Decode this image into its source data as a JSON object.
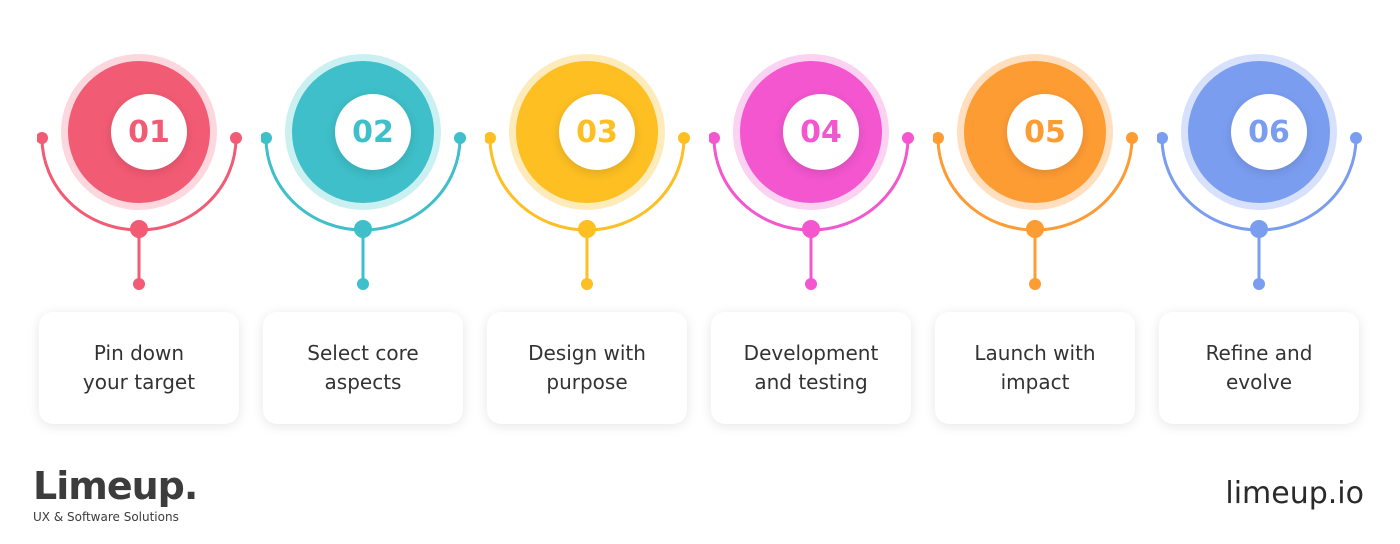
{
  "steps": [
    {
      "number": "01",
      "label": "Pin down\nyour target",
      "color": "#f25b74",
      "glow": "#fdd3da"
    },
    {
      "number": "02",
      "label": "Select core\naspects",
      "color": "#3ebfc9",
      "glow": "#c5eef1"
    },
    {
      "number": "03",
      "label": "Design with\npurpose",
      "color": "#fdbf22",
      "glow": "#fde9b5"
    },
    {
      "number": "04",
      "label": "Development\nand testing",
      "color": "#f356cf",
      "glow": "#fbcdef"
    },
    {
      "number": "05",
      "label": "Launch with\nimpact",
      "color": "#fe9c34",
      "glow": "#ffdcb8"
    },
    {
      "number": "06",
      "label": "Refine and\nevolve",
      "color": "#7b9df0",
      "glow": "#d4defb"
    }
  ],
  "brand": {
    "name": "Limeup.",
    "tagline": "UX & Software Solutions",
    "website": "limeup.io"
  }
}
